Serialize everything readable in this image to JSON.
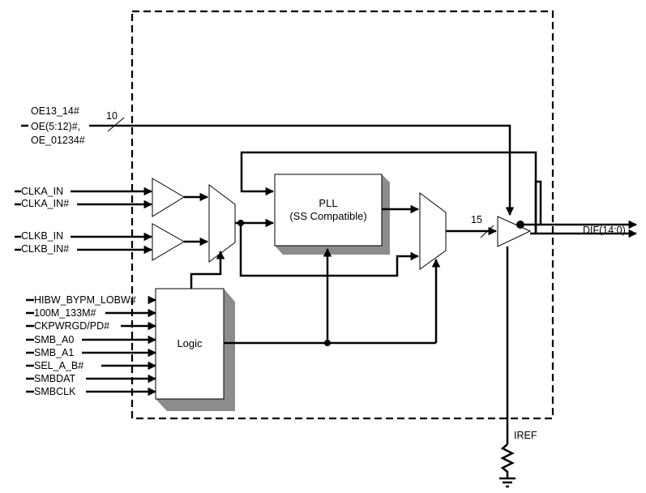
{
  "inputs": {
    "oe_group": [
      "OE13_14#",
      "OE(5:12)#,",
      "OE_01234#"
    ],
    "oe_bus_width": "10",
    "clka_in": "CLKA_IN",
    "clka_in_n": "CLKA_IN#",
    "clkb_in": "CLKB_IN",
    "clkb_in_n": "CLKB_IN#",
    "logic_inputs": [
      "HIBW_BYPM_LOBW#",
      "100M_133M#",
      "CKPWRGD/PD#",
      "SMB_A0",
      "SMB_A1",
      "SEL_A_B#",
      "SMBDAT",
      "SMBCLK"
    ]
  },
  "blocks": {
    "pll_line1": "PLL",
    "pll_line2": "(SS Compatible)",
    "logic": "Logic"
  },
  "outputs": {
    "bus_width": "15",
    "dif_label": "DIF(14:0)",
    "iref_label": "IREF"
  },
  "colors": {
    "line": "#000000",
    "block_shadow": "#8c8c8c",
    "background": "#ffffff"
  }
}
